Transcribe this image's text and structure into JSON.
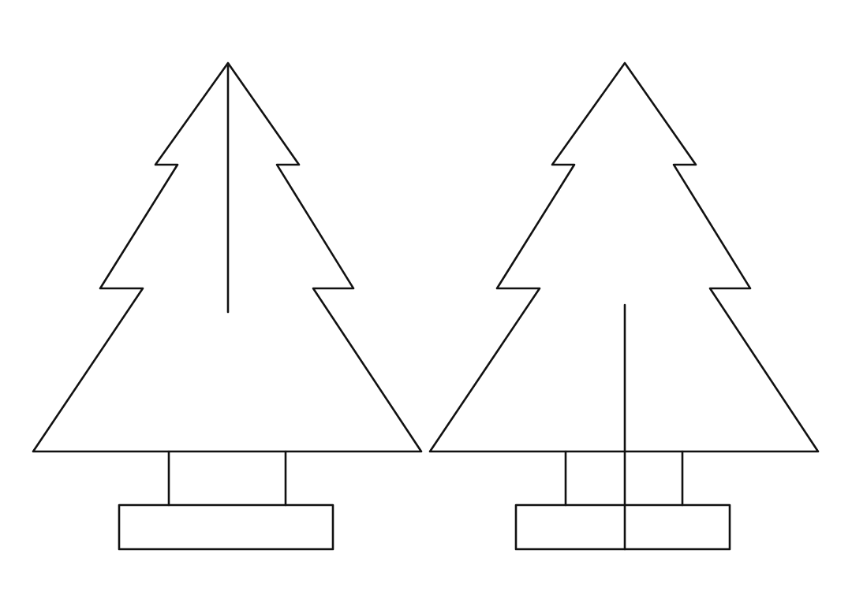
{
  "diagram": {
    "kind": "line-drawing",
    "background_color": "#ffffff",
    "stroke_color": "#111111",
    "pieces": [
      {
        "name": "tree-piece-left",
        "slot": "top"
      },
      {
        "name": "tree-piece-right",
        "slot": "bottom"
      }
    ]
  }
}
